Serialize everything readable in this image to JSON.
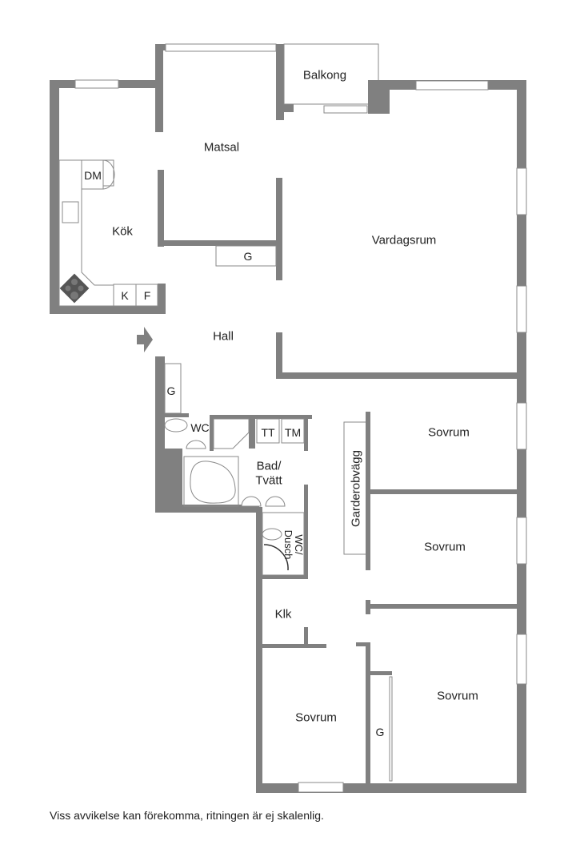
{
  "plan": {
    "rooms": {
      "balkong": "Balkong",
      "matsal": "Matsal",
      "kok": "Kök",
      "vardagsrum": "Vardagsrum",
      "hall": "Hall",
      "bad_tvatt_1": "Bad/",
      "bad_tvatt_2": "Tvätt",
      "wc": "WC",
      "wc_dusch_1": "WC/",
      "wc_dusch_2": "Dusch",
      "klk": "Klk",
      "sovrum_1": "Sovrum",
      "sovrum_2": "Sovrum",
      "sovrum_3": "Sovrum",
      "sovrum_4": "Sovrum",
      "garderobsvagg": "Garderobvägg"
    },
    "fixtures": {
      "dm": "DM",
      "k": "K",
      "f": "F",
      "g_matsal": "G",
      "g_hall": "G",
      "g_sovrum": "G",
      "tt": "TT",
      "tm": "TM"
    },
    "colors": {
      "wall": "#808080",
      "text": "#222222"
    }
  },
  "footer": {
    "disclaimer": "Viss avvikelse kan förekomma, ritningen är ej skalenlig."
  }
}
